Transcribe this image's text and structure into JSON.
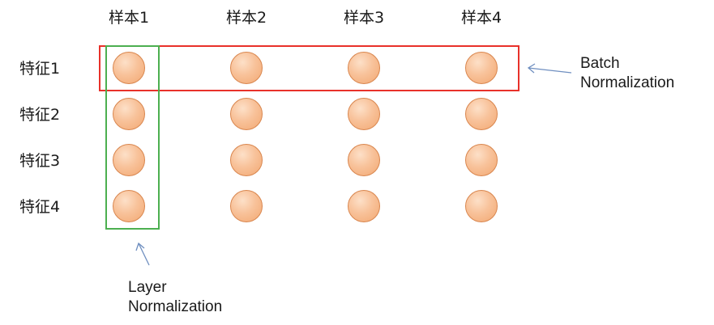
{
  "columns": [
    "样本1",
    "样本2",
    "样本3",
    "样本4"
  ],
  "rows": [
    "特征1",
    "特征2",
    "特征3",
    "特征4"
  ],
  "batch_norm": {
    "line1": "Batch",
    "line2": "Normalization"
  },
  "layer_norm": {
    "line1": "Layer",
    "line2": "Normalization"
  },
  "colors": {
    "batch_box": "#e8312a",
    "layer_box": "#4caf50",
    "arrow": "#6f8fc0",
    "node_fill": "#f8c29a",
    "node_stroke": "#d9864e"
  }
}
